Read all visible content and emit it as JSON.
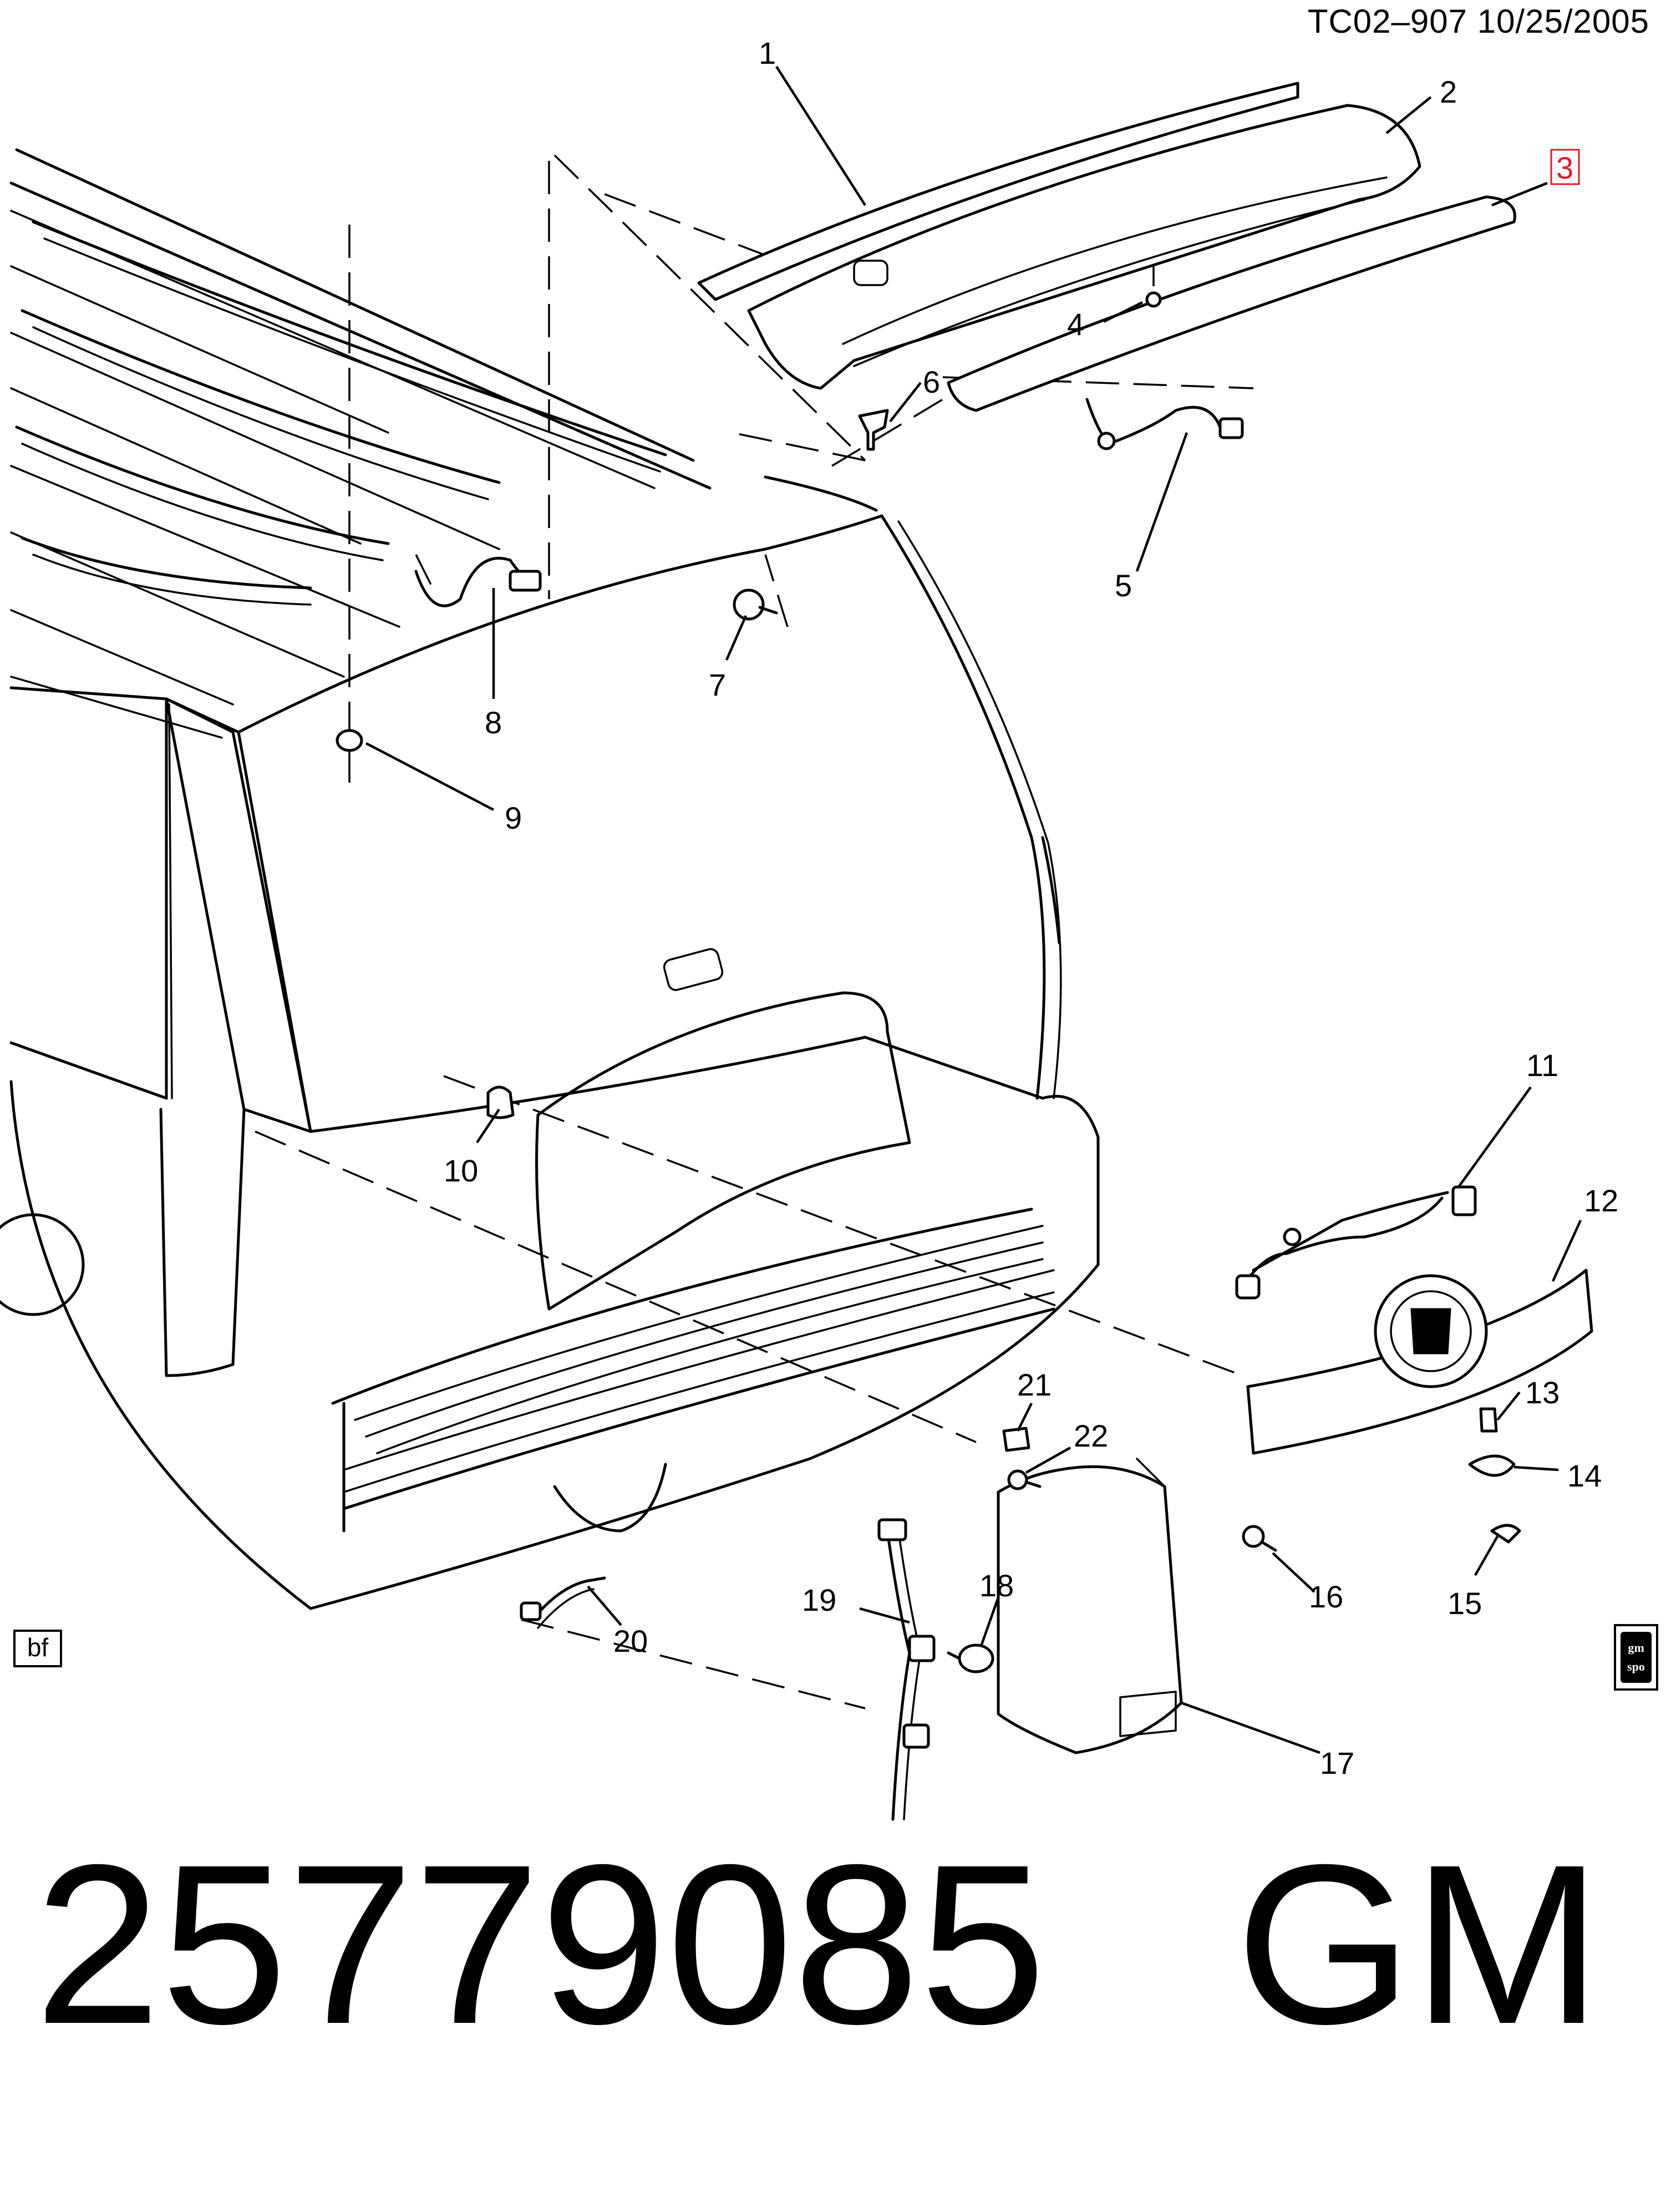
{
  "header": {
    "reference": "TC02–907  10/25/2005"
  },
  "callouts": [
    {
      "id": "1",
      "label": "1"
    },
    {
      "id": "2",
      "label": "2"
    },
    {
      "id": "3",
      "label": "3",
      "highlighted": true
    },
    {
      "id": "4",
      "label": "4"
    },
    {
      "id": "5",
      "label": "5"
    },
    {
      "id": "6",
      "label": "6"
    },
    {
      "id": "7",
      "label": "7"
    },
    {
      "id": "8",
      "label": "8"
    },
    {
      "id": "9",
      "label": "9"
    },
    {
      "id": "10",
      "label": "10"
    },
    {
      "id": "11",
      "label": "11"
    },
    {
      "id": "12",
      "label": "12"
    },
    {
      "id": "13",
      "label": "13"
    },
    {
      "id": "14",
      "label": "14"
    },
    {
      "id": "15",
      "label": "15"
    },
    {
      "id": "16",
      "label": "16"
    },
    {
      "id": "17",
      "label": "17"
    },
    {
      "id": "18",
      "label": "18"
    },
    {
      "id": "19",
      "label": "19"
    },
    {
      "id": "20",
      "label": "20"
    },
    {
      "id": "21",
      "label": "21"
    },
    {
      "id": "22",
      "label": "22"
    }
  ],
  "highlight_color": "#e8182c",
  "badge": {
    "label": "bf"
  },
  "logo": {
    "icon": "gm-spo-logo",
    "line1": "gm",
    "line2": "spo"
  },
  "footer": {
    "part_number": "25779085",
    "brand": "GM"
  }
}
